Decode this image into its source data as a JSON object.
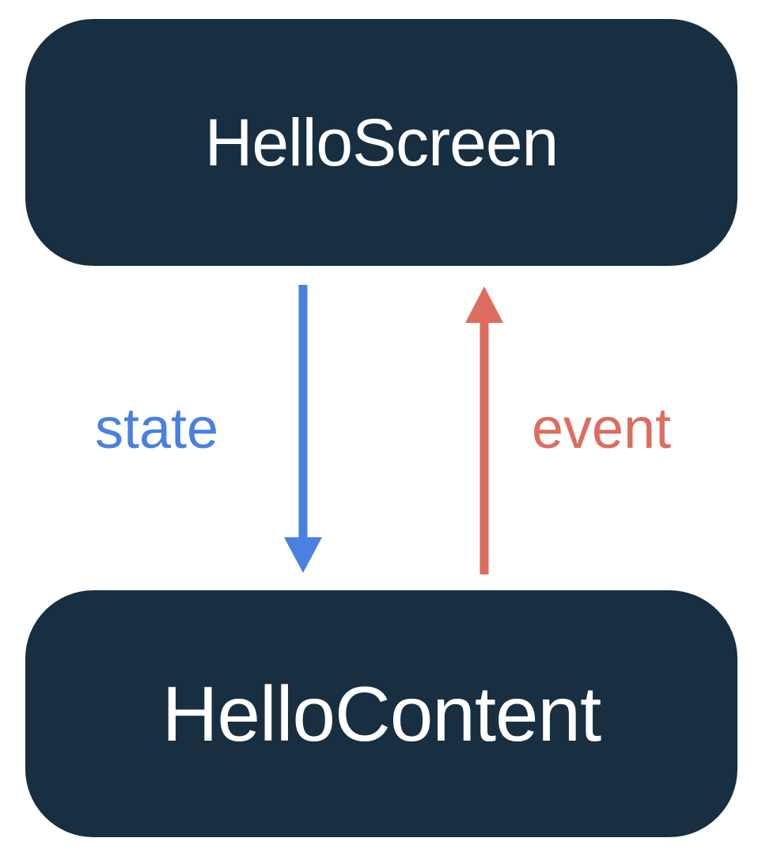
{
  "nodes": {
    "top": {
      "label": "HelloScreen"
    },
    "bottom": {
      "label": "HelloContent"
    }
  },
  "edges": {
    "state": {
      "label": "state",
      "from": "HelloScreen",
      "to": "HelloContent",
      "color": "#4a80e0"
    },
    "event": {
      "label": "event",
      "from": "HelloContent",
      "to": "HelloScreen",
      "color": "#dd6d5f"
    }
  },
  "colors": {
    "node_fill": "#172f40",
    "node_text": "#ffffff",
    "background": "#ffffff"
  }
}
